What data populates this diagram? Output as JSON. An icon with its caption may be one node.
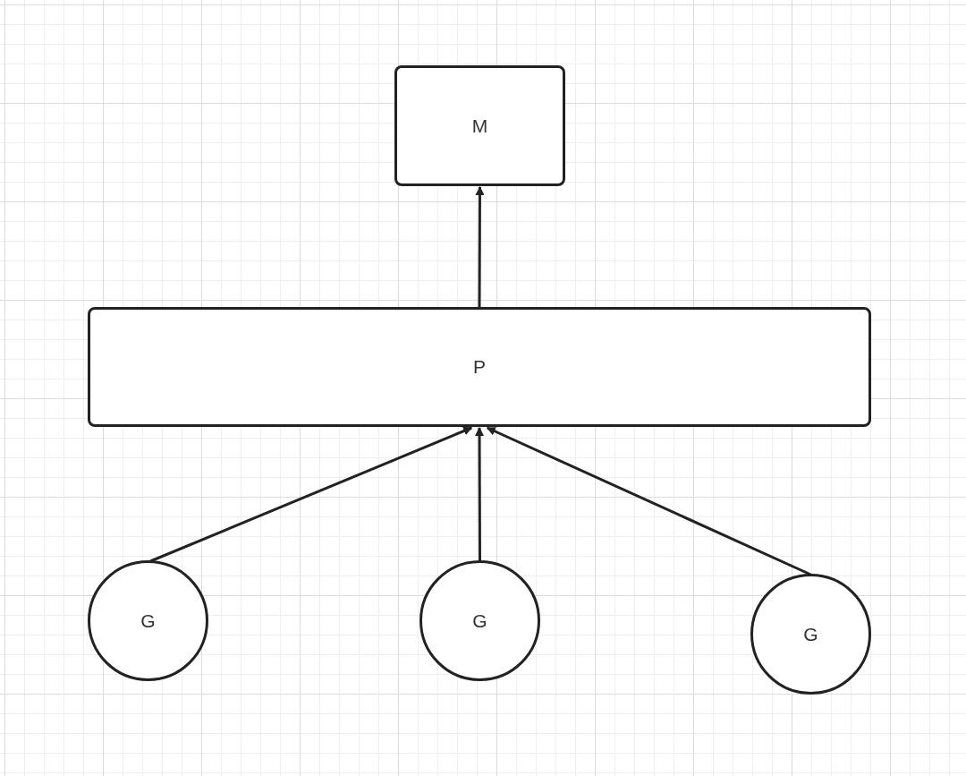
{
  "diagram": {
    "nodes": [
      {
        "text": [
          "M"
        ]
      },
      {
        "text": [
          "P"
        ]
      },
      {
        "text": [
          "G"
        ]
      },
      {
        "text": [
          "G"
        ]
      },
      {
        "text": [
          "G"
        ]
      }
    ],
    "edges": [
      {
        "from": 1,
        "to": 0,
        "arrow": "to"
      },
      {
        "from": 2,
        "to": 1,
        "arrow": "to"
      },
      {
        "from": 3,
        "to": 1,
        "arrow": "to"
      },
      {
        "from": 4,
        "to": 1,
        "arrow": "to"
      }
    ]
  }
}
